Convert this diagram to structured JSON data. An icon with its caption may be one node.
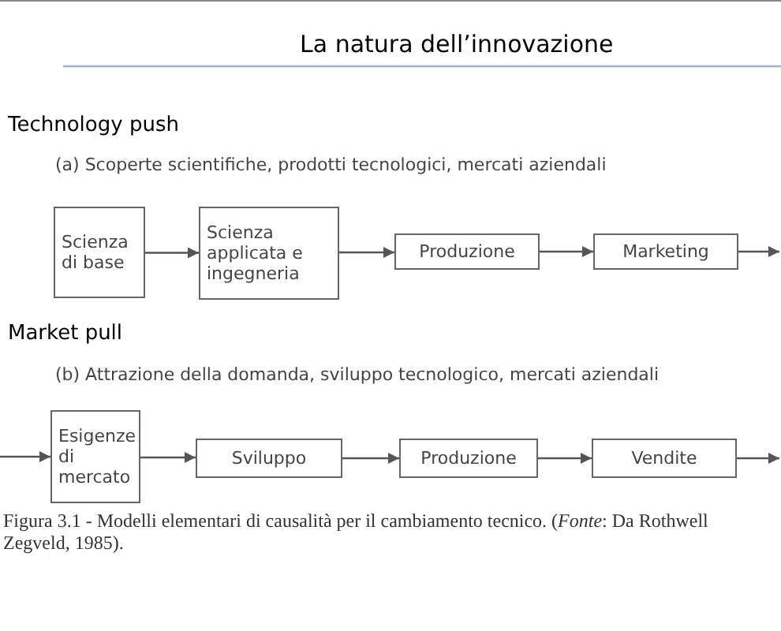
{
  "diagram": {
    "title": "La natura dell’innovazione",
    "nodes": [
      {
        "text": [
          "Scienza di base"
        ]
      },
      {
        "text": [
          "Scienza applicata e ingegneria"
        ]
      },
      {
        "text": [
          "Produzione"
        ]
      },
      {
        "text": [
          "Marketing"
        ]
      },
      {
        "text": [
          "Esigenze di mercato"
        ]
      },
      {
        "text": [
          "Sviluppo"
        ]
      },
      {
        "text": [
          "Produzione"
        ]
      },
      {
        "text": [
          "Vendite"
        ]
      }
    ],
    "edges": [
      {
        "from": 0,
        "to": 1,
        "arrow": "to"
      },
      {
        "from": 1,
        "to": 2,
        "arrow": "to"
      },
      {
        "from": 2,
        "to": 3,
        "arrow": "to"
      },
      {
        "from": 3,
        "to": null,
        "arrow": "to"
      },
      {
        "from": null,
        "to": 4,
        "arrow": "to"
      },
      {
        "from": 4,
        "to": 5,
        "arrow": "to"
      },
      {
        "from": 5,
        "to": 6,
        "arrow": "to"
      },
      {
        "from": 6,
        "to": 7,
        "arrow": "to"
      },
      {
        "from": 7,
        "to": null,
        "arrow": "to"
      }
    ],
    "labels": [
      "Technology push",
      "(a) Scoperte scientifiche, prodotti tecnologici, mercati aziendali",
      "Market pull",
      "(b) Attrazione della domanda, sviluppo tecnologico, mercati aziendali"
    ],
    "caption": "Figura 3.1 - Modelli elementari di causalità per il cambiamento tecnico. (*Fonte*: Da Rothwell Zegveld, 1985)."
  }
}
